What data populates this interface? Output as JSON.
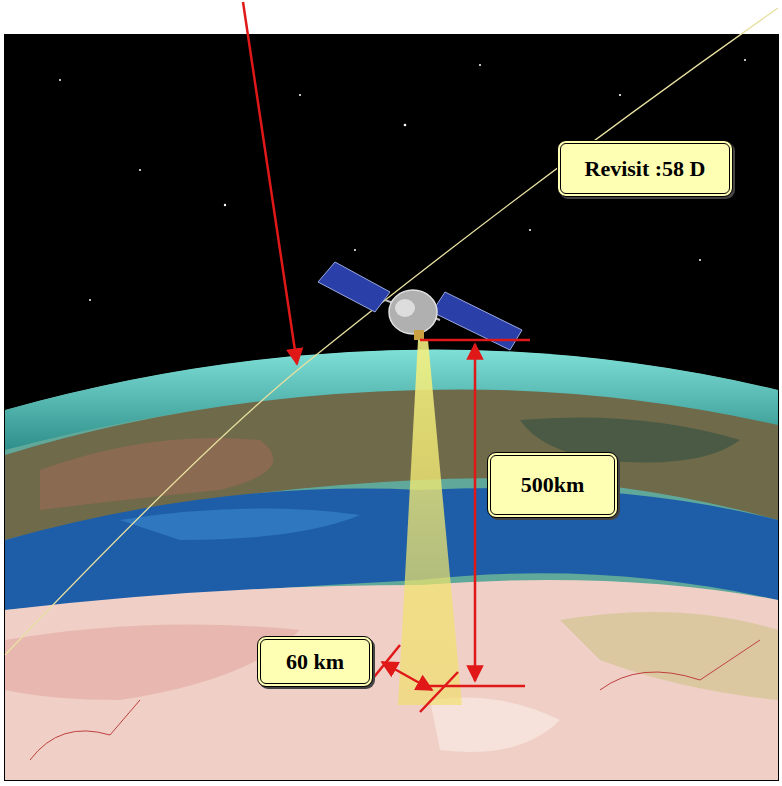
{
  "diagram": {
    "nodes": [
      {
        "text": [
          "Revisit :58 D"
        ]
      },
      {
        "text": [
          "500km"
        ]
      },
      {
        "text": [
          "60 km"
        ]
      }
    ]
  }
}
